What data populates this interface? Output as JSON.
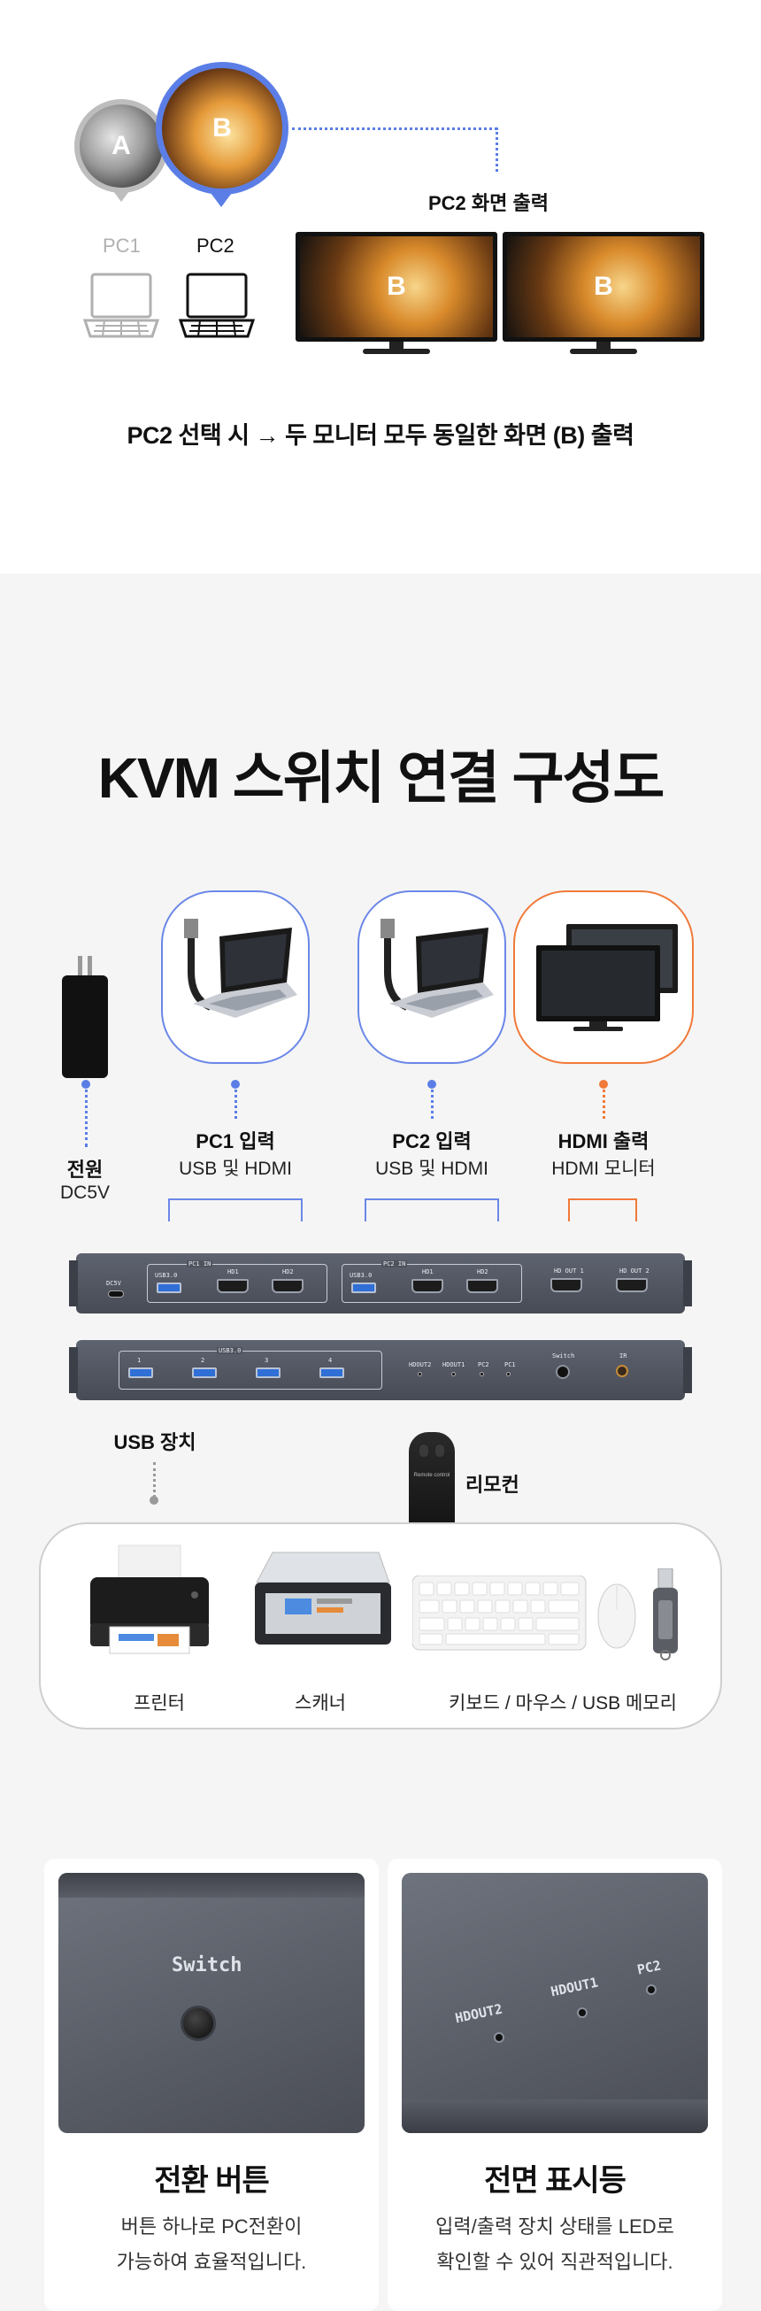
{
  "section_compare": {
    "bubble_a": "A",
    "bubble_b": "B",
    "pc1_label": "PC1",
    "pc2_label": "PC2",
    "output_label": "PC2 화면 출력",
    "monitor1_text": "B",
    "monitor2_text": "B",
    "caption": "PC2 선택 시 → 두 모니터 모두 동일한 화면 (B) 출력",
    "colors": {
      "accent_blue": "#5b7ee6",
      "inactive_gray": "#bdbdbd"
    }
  },
  "section_diagram": {
    "title": "KVM 스위치 연결 구성도",
    "power": {
      "title": "전원",
      "subtitle": "DC5V"
    },
    "pc1": {
      "title": "PC1 입력",
      "subtitle": "USB 및 HDMI"
    },
    "pc2": {
      "title": "PC2 입력",
      "subtitle": "USB 및 HDMI"
    },
    "hdmi_out": {
      "title": "HDMI 출력",
      "subtitle": "HDMI 모니터"
    },
    "rear_panel": {
      "dc": "DC5V",
      "pc1_group": "PC1 IN",
      "pc2_group": "PC2 IN",
      "usb": "USB3.0",
      "hd1": "HD1",
      "hd2": "HD2",
      "out1": "HD OUT 1",
      "out2": "HD OUT 2"
    },
    "front_panel": {
      "usb_group": "USB3.0",
      "ports": [
        "1",
        "2",
        "3",
        "4"
      ],
      "leds": [
        "HDOUT2",
        "HDOUT1",
        "PC2",
        "PC1"
      ],
      "switch": "Switch",
      "ir": "IR"
    },
    "usb_devices_label": "USB 장치",
    "remote_label": "리모컨",
    "remote_text": "Remote control",
    "devices": [
      "프린터",
      "스캐너",
      "키보드 / 마우스 / USB 메모리"
    ],
    "colors": {
      "pc_blue": "#6b87e8",
      "hdmi_orange": "#f07a3a",
      "power_blue": "#5b7ee6"
    }
  },
  "features": [
    {
      "title": "전환 버튼",
      "desc_line1": "버튼 하나로 PC전환이",
      "desc_line2": "가능하여 효율적입니다.",
      "photo_text": "Switch"
    },
    {
      "title": "전면 표시등",
      "desc_line1": "입력/출력 장치 상태를 LED로",
      "desc_line2": "확인할 수 있어 직관적입니다.",
      "photo_labels": [
        "HDOUT2",
        "HDOUT1",
        "PC2"
      ]
    }
  ]
}
